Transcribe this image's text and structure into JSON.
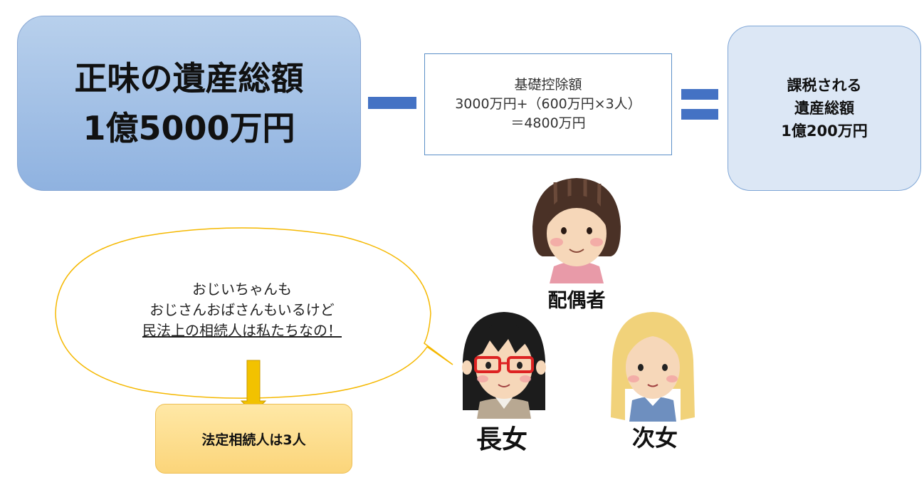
{
  "gross_estate": {
    "line1": "正味の遺産総額",
    "line2": "1億5000万円"
  },
  "deduction": {
    "line1": "基礎控除額",
    "line2": "3000万円+（600万円×3人）",
    "line3": "＝4800万円"
  },
  "taxable_estate": {
    "line1": "課税される",
    "line2": "遺産総額",
    "line3": "1億200万円"
  },
  "speech": {
    "line1": "おじいちゃんも",
    "line2": "おじさんおばさんもいるけど",
    "line3": "民法上の相続人は私たちなの！"
  },
  "heirs_box": {
    "label": "法定相続人は3人"
  },
  "people": {
    "spouse": "配偶者",
    "eldest_daughter": "長女",
    "second_daughter": "次女"
  },
  "colors": {
    "operator": "#4472c4",
    "bubble_border": "#f5b800",
    "arrow": "#f2c200"
  }
}
